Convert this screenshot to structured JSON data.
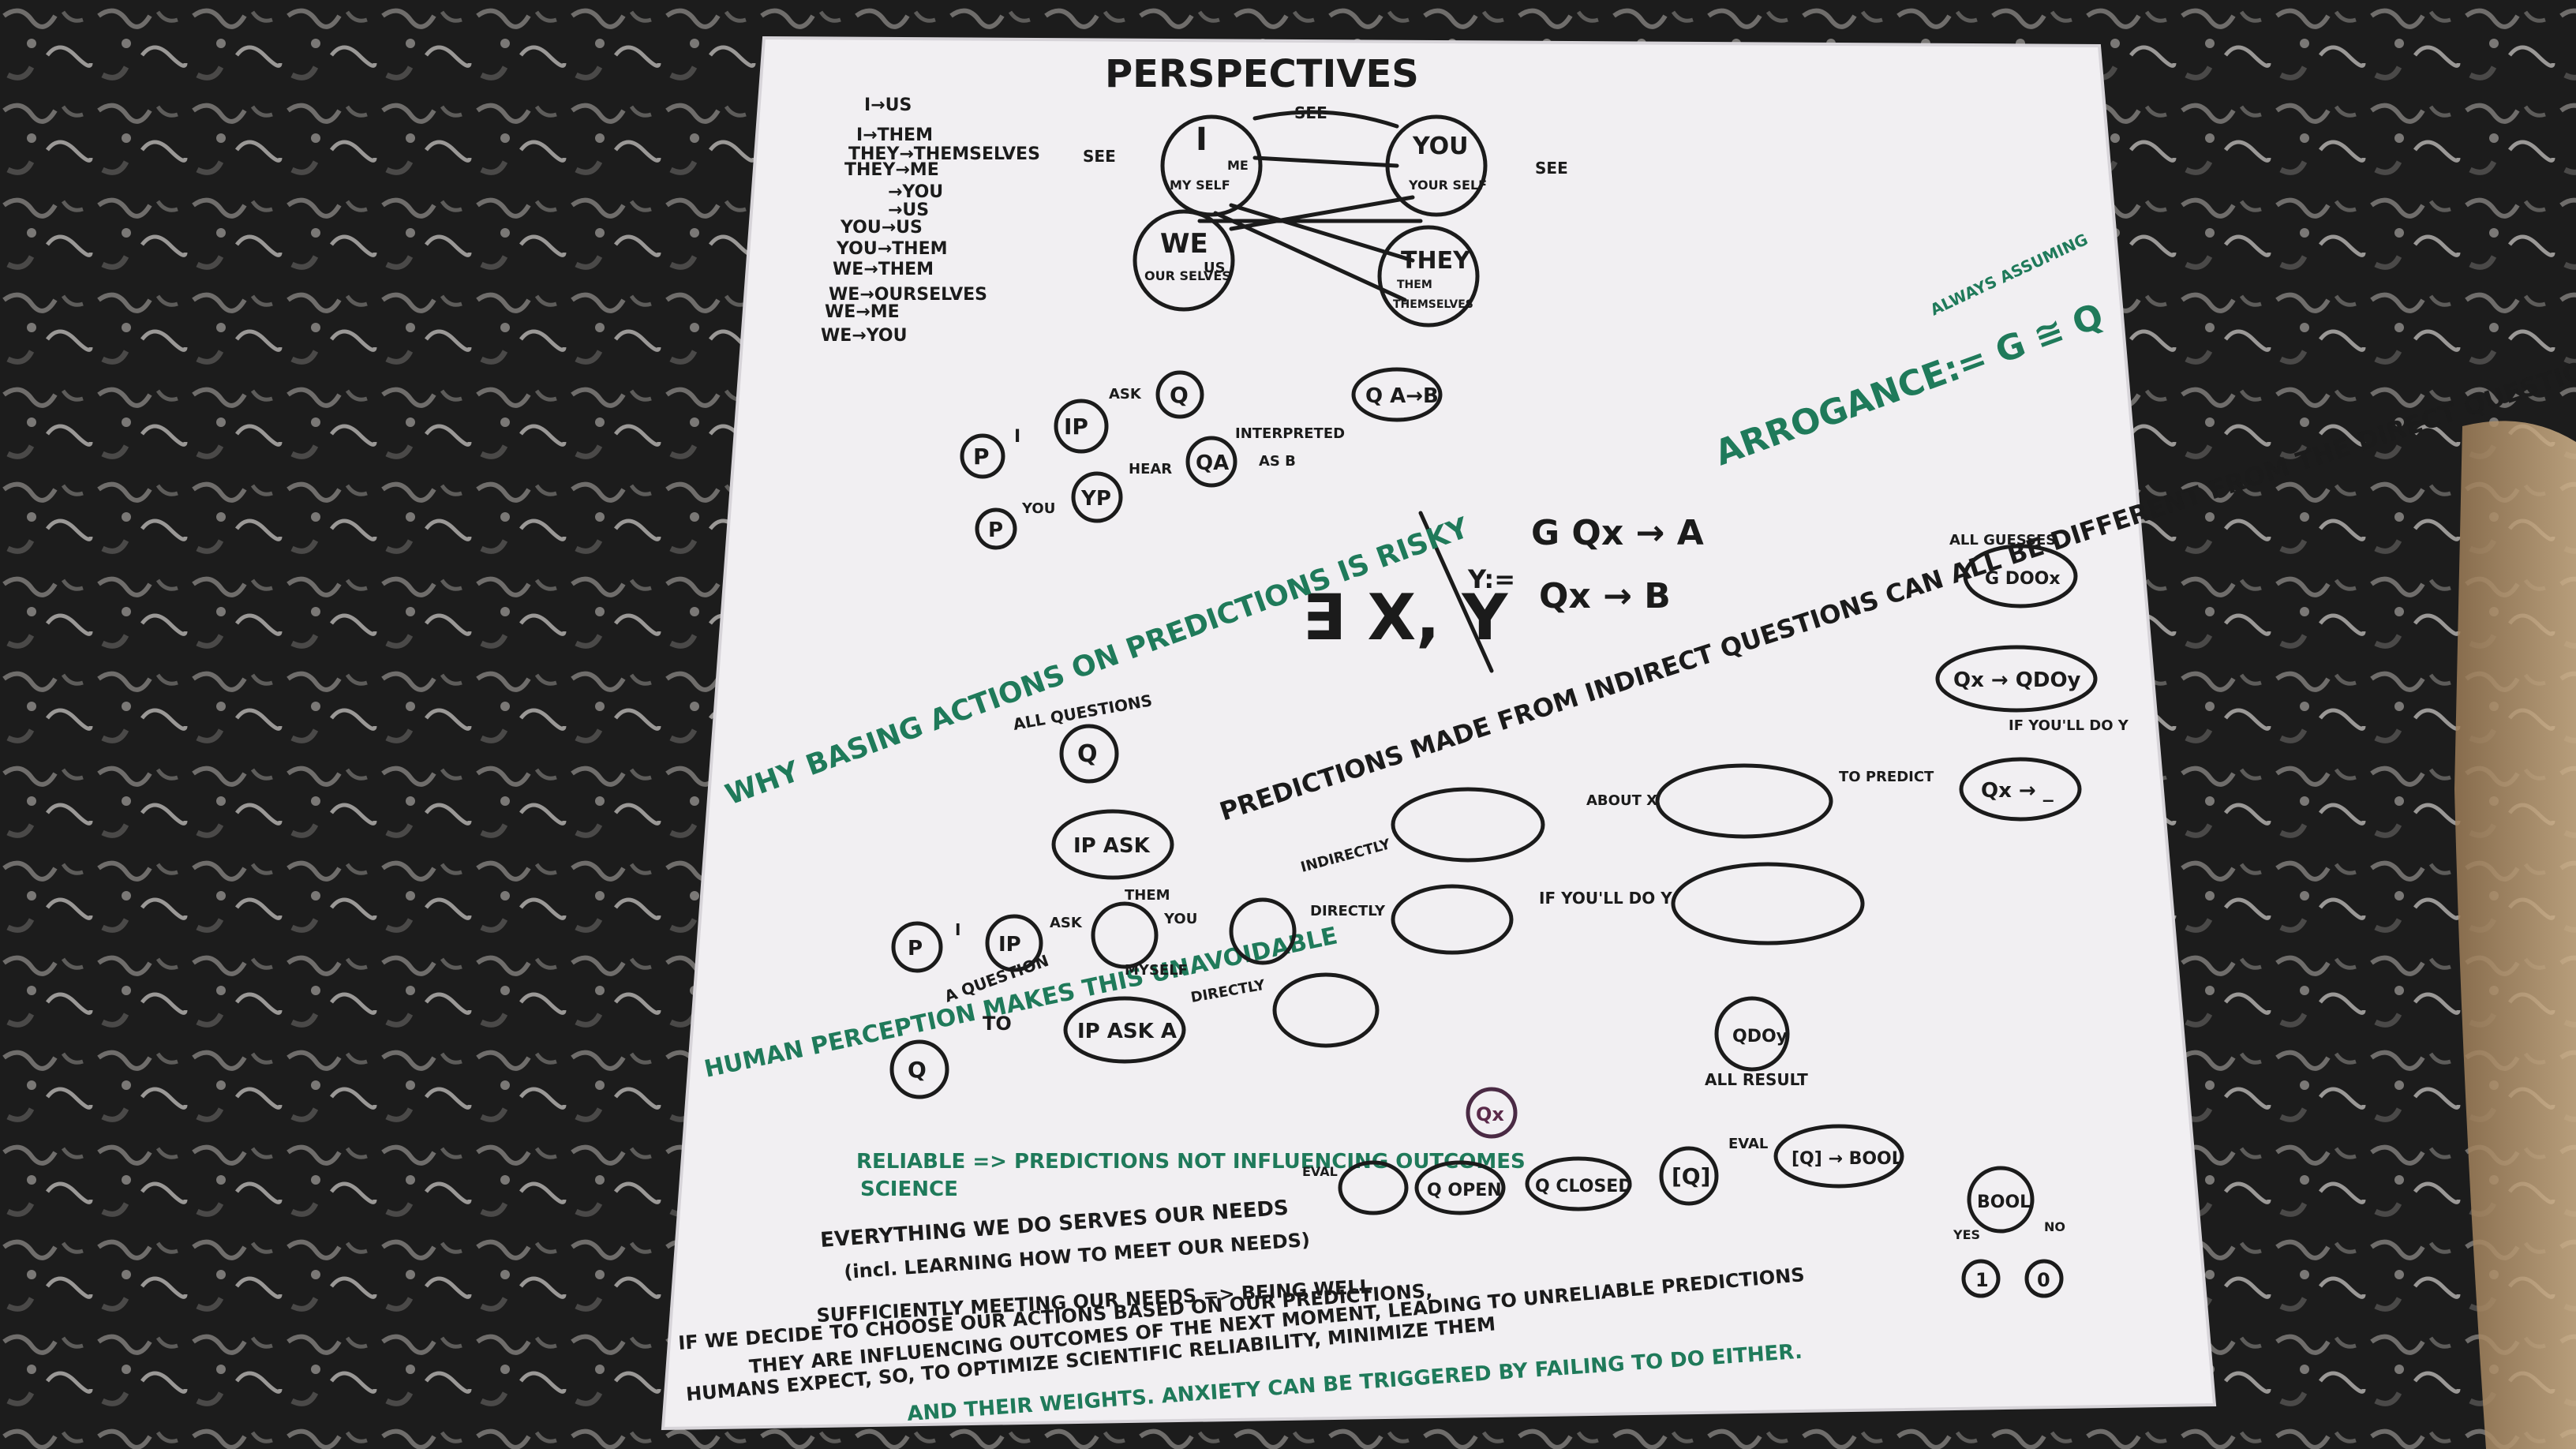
{
  "colors": {
    "rug_dark": "#1a1a1a",
    "rug_light": "#8c8a88",
    "board": "#f1eff2",
    "ink_black": "#1b1b1b",
    "ink_green": "#1f7a5a",
    "ink_purple": "#4a2a44",
    "shadow_right": "#b89a73"
  },
  "board": {
    "title": "PERSPECTIVES",
    "relations": [
      "I→US",
      "I→THEM",
      "THEY→THEMSELVES",
      "THEY→ME",
      "→YOU",
      "→US",
      "YOU→US",
      "YOU→THEM",
      "WE→THEM",
      "WE→OURSELVES",
      "WE→ME",
      "WE→YOU"
    ],
    "perspective_graph": {
      "nodes": [
        {
          "label": "I",
          "sub": "MY SELF",
          "inner": "ME"
        },
        {
          "label": "YOU",
          "sub": "YOUR SELF"
        },
        {
          "label": "WE",
          "sub": "OUR SELVES",
          "inner": "US"
        },
        {
          "label": "THEY",
          "sub": "THEM",
          "inner": "THEMSELVES"
        }
      ],
      "edge_labels": [
        "SEE",
        "SEE",
        "SEE"
      ]
    },
    "chain1": {
      "p": "P",
      "i": "I",
      "ip": "IP",
      "ask": "ASK",
      "q": "Q",
      "end": "Q A→B"
    },
    "chain2": {
      "p": "P",
      "you": "YOU",
      "yp": "YP",
      "hear": "HEAR",
      "qa": "QA",
      "interpreted": "INTERPRETED",
      "as_b": "AS B"
    },
    "arrogance": "ARROGANCE:= G ≅ Q",
    "always_assuming": "ALWAYS ASSUMING",
    "formula": {
      "exists": "∃ X, Y",
      "y_def": "Y:=",
      "case1": "G Qx → A",
      "case2": "Qx → B"
    },
    "predictions_note": "PREDICTIONS MADE FROM INDIRECT QUESTIONS CAN ALL BE DIFFERENT FROM THE DIRECT QUESTION'S RESULT",
    "why_note": "WHY BASING ACTIONS ON PREDICTIONS IS RISKY",
    "human_note": "HUMAN PERCEPTION MAKES THIS UNAVOIDABLE",
    "flow": {
      "all_questions": "ALL QUESTIONS",
      "q": "Q",
      "ip_ask": "IP ASK",
      "p": "P",
      "i": "I",
      "ip": "IP",
      "ask": "ASK",
      "them": "THEM",
      "you": "YOU",
      "myself": "MYSELF",
      "a_question": "A QUESTION",
      "to": "TO",
      "ip_ask_a": "IP ASK A",
      "directly": "DIRECTLY",
      "indirectly": "INDIRECTLY",
      "about_x": "ABOUT X",
      "to_predict": "TO PREDICT",
      "if_youll_do_y": "IF YOU'LL DO Y",
      "all_result": "ALL RESULT",
      "all_guesses": "ALL GUESSES",
      "q_do": "Qx → QDOy",
      "qx_arrow": "Qx → _",
      "if_youll_do_y_2": "IF YOU'LL DO Y",
      "g_doo": "G DOOx",
      "qdo": "QDOy"
    },
    "reliable": "RELIABLE => PREDICTIONS NOT INFLUENCING OUTCOMES",
    "science": "SCIENCE",
    "q_flow": {
      "qx": "Qx",
      "eval": "EVAL",
      "q_open": "Q OPEN",
      "q_closed": "Q CLOSED",
      "bracket_q": "[Q]",
      "bool_fn": "[Q] → BOOL",
      "bool": "BOOL",
      "yes": "YES",
      "no": "NO",
      "one": "1",
      "zero": "0"
    },
    "bottom_lines": [
      "EVERYTHING WE DO SERVES OUR NEEDS",
      "(incl. LEARNING HOW TO MEET OUR NEEDS)",
      "SUFFICIENTLY MEETING OUR NEEDS => BEING WELL",
      "IF WE DECIDE TO CHOOSE OUR ACTIONS BASED ON OUR PREDICTIONS,",
      "THEY ARE INFLUENCING OUTCOMES OF THE NEXT MOMENT, LEADING TO UNRELIABLE PREDICTIONS",
      "HUMANS EXPECT, SO, TO OPTIMIZE SCIENTIFIC RELIABILITY, MINIMIZE THEM",
      "AND THEIR WEIGHTS. ANXIETY CAN BE TRIGGERED BY FAILING TO DO EITHER."
    ]
  }
}
